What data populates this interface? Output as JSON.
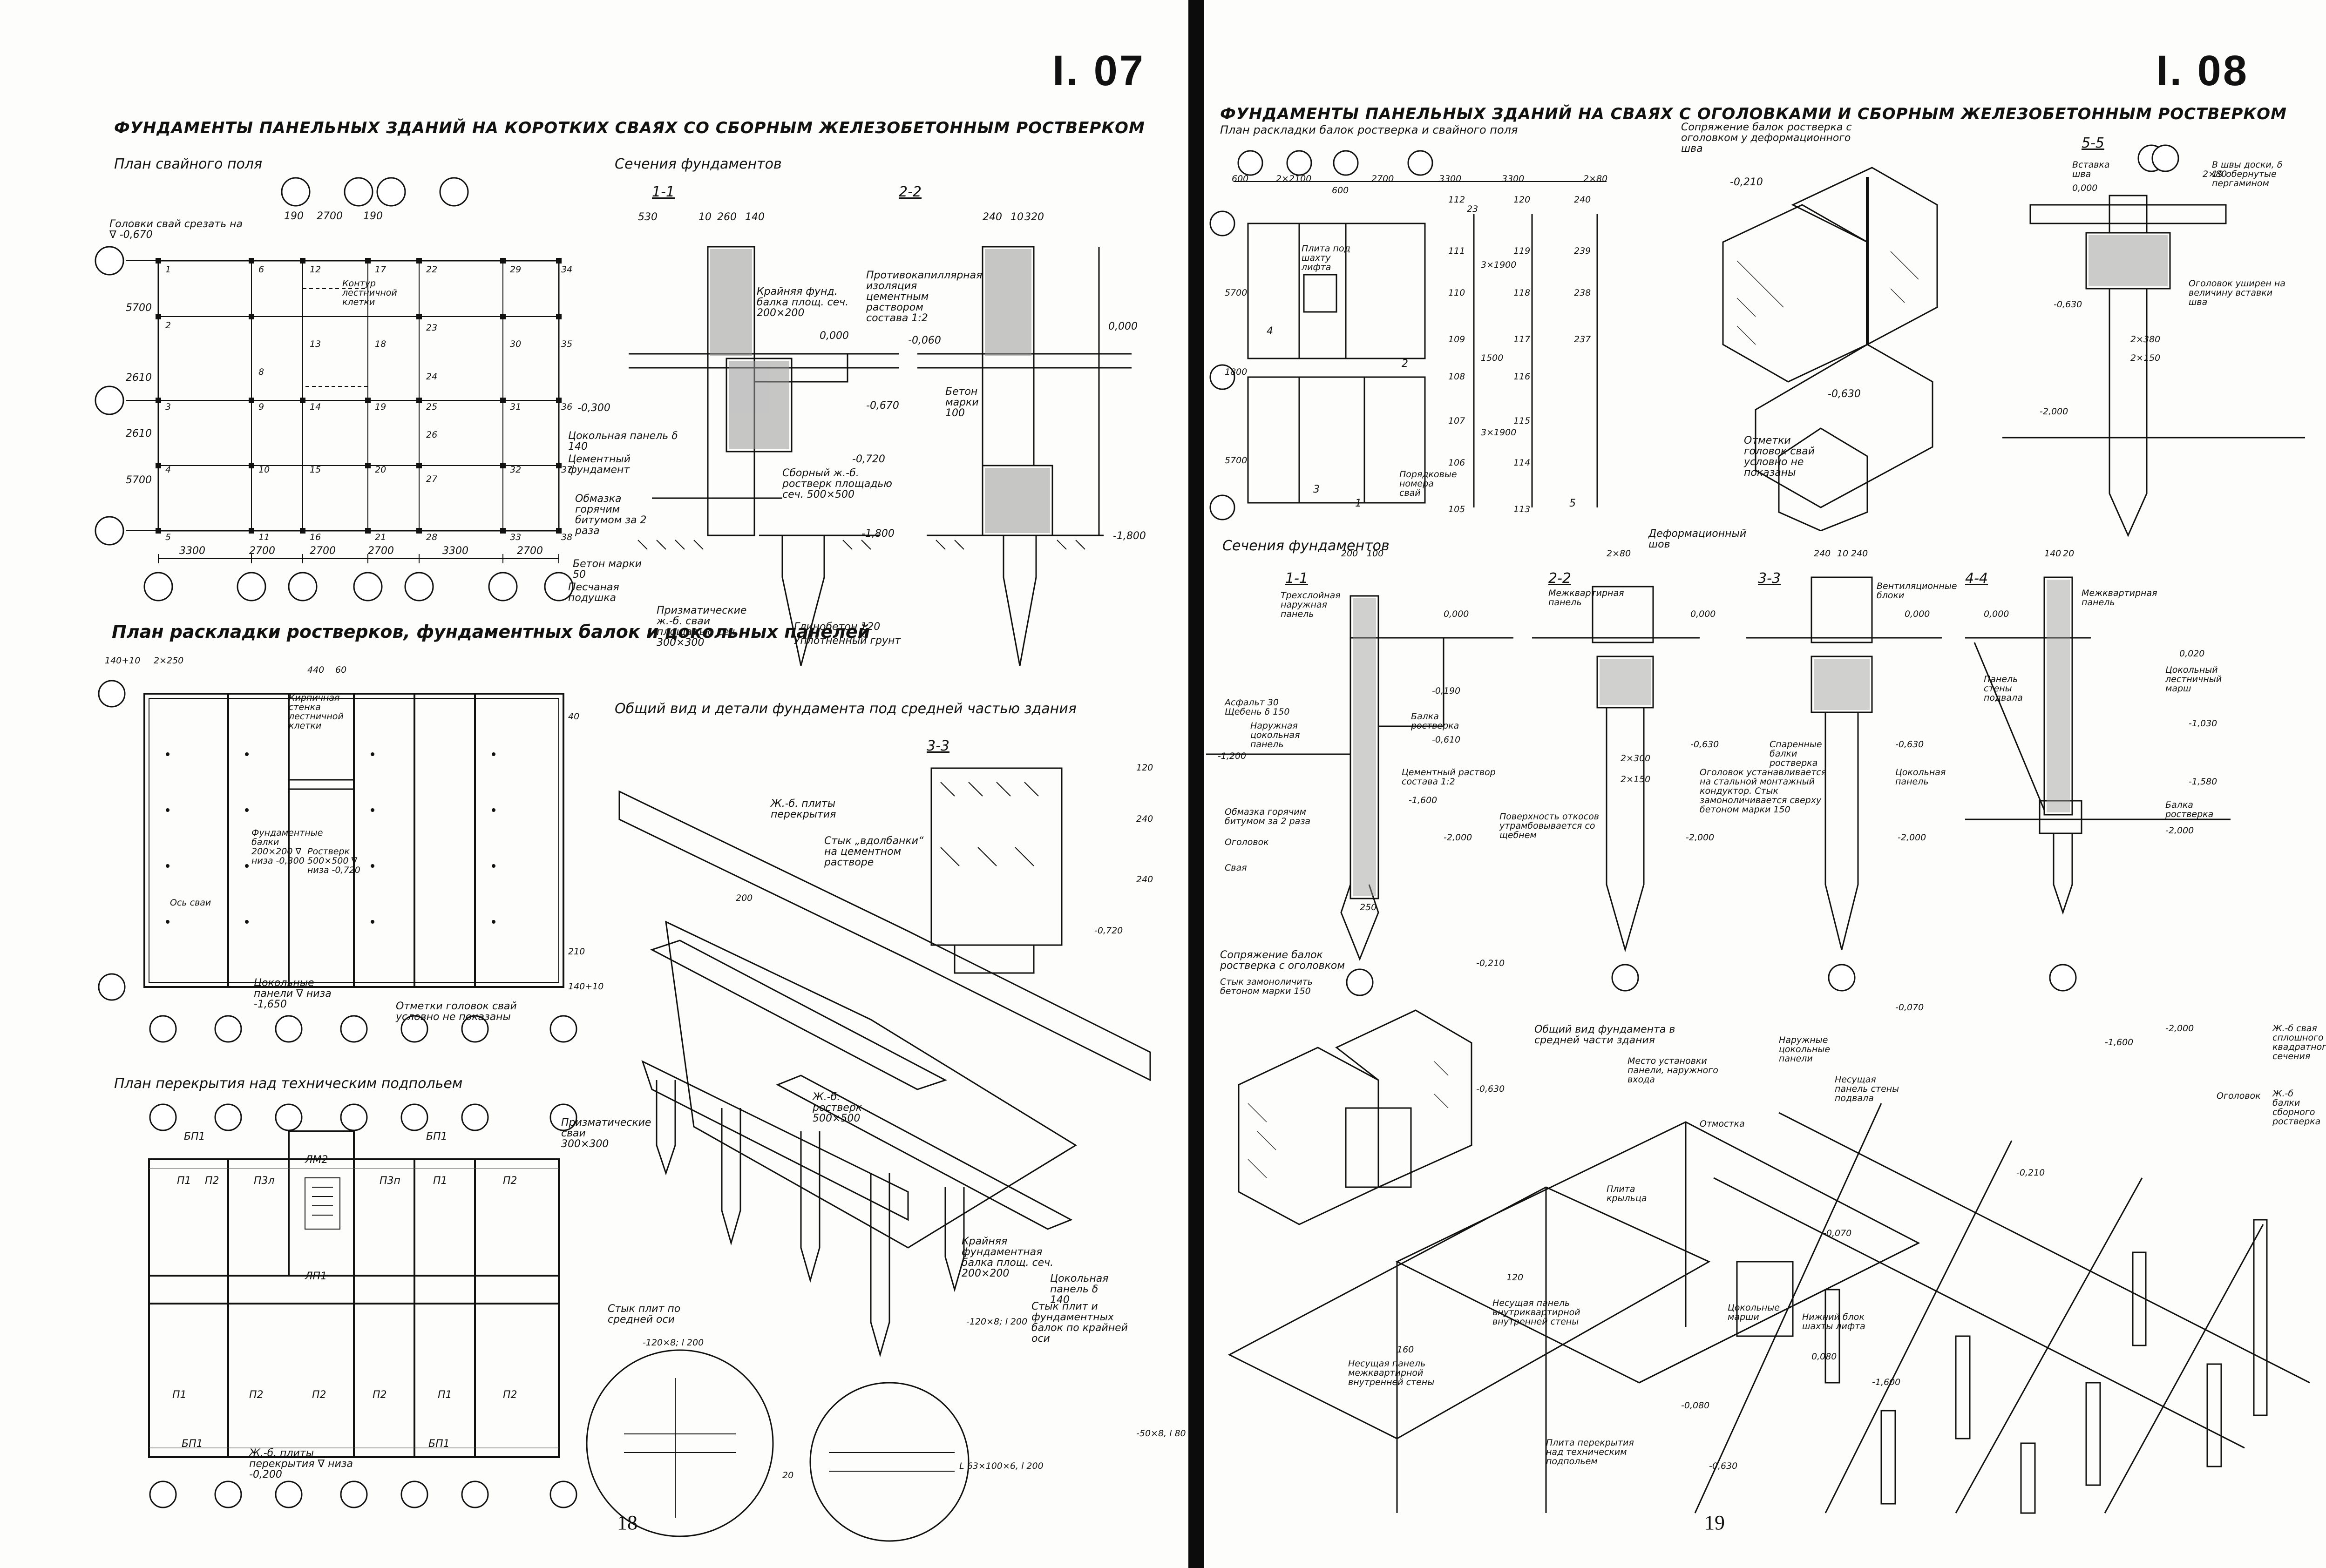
{
  "left_page": {
    "sheet_code": "I. 07",
    "title": "ФУНДАМЕНТЫ ПАНЕЛЬНЫХ ЗДАНИЙ НА КОРОТКИХ СВАЯХ СО СБОРНЫМ ЖЕЛЕЗОБЕТОННЫМ РОСТВЕРКОМ",
    "page_number": "18",
    "pile_field": {
      "title": "План свайного поля",
      "head_note": "Головки свай срезать на ∇ -0,670",
      "stair_note": "Контур лестничной клетки",
      "top_dims": [
        "190",
        "2700",
        "190"
      ],
      "bottom_dims": [
        "3300",
        "2700",
        "2700",
        "2700",
        "3300",
        "2700"
      ],
      "side_dims": [
        "5700",
        "2610",
        "2610",
        "5700"
      ],
      "pile_numbers": [
        "1",
        "2",
        "3",
        "4",
        "5",
        "6",
        "8",
        "9",
        "10",
        "11",
        "12",
        "13",
        "14",
        "15",
        "16",
        "17",
        "18",
        "19",
        "20",
        "21",
        "22",
        "23",
        "24",
        "25",
        "26",
        "27",
        "28",
        "29",
        "30",
        "31",
        "32",
        "33",
        "34",
        "35",
        "36",
        "37",
        "38"
      ]
    },
    "sections": {
      "title": "Сечения фундаментов",
      "s11": "1-1",
      "s22": "2-2",
      "dims": [
        "530",
        "10",
        "260",
        "140",
        "240",
        "10",
        "320"
      ],
      "levels": [
        "0,000",
        "-0,060",
        "-0,300",
        "-0,670",
        "-0,720",
        "-1,800",
        "-1,800",
        "0,000"
      ],
      "labels": [
        "Крайняя фунд. балка площ. сеч. 200×200",
        "Противокапиллярная изоляция цементным раствором состава 1:2",
        "Бетон марки 100",
        "Цокольная панель δ 140",
        "Цементный фундамент",
        "Обмазка горячим битумом за 2 раза",
        "Бетон марки 50",
        "Песчаная подушка",
        "Сборный ж.-б. ростверк площадью сеч. 500×500",
        "Призматические ж.-б. сваи площадью сеч. 300×300",
        "Глинобетон 120",
        "Уплотненный грунт"
      ]
    },
    "grillage_plan": {
      "title": "План раскладки ростверков, фундаментных балок и цокольных панелей",
      "dims": [
        "140+10",
        "2×250",
        "440",
        "60",
        "40",
        "210",
        "140+10"
      ],
      "labels": [
        "Кирпичная стенка лестничной клетки",
        "Фундаментные балки 200×200 ∇ низа -0,300",
        "Ростверк 500×500 ∇ низа -0,720",
        "Ось сваи",
        "Цокольные панели ∇ низа -1,650",
        "Отметки головок свай условно не показаны"
      ]
    },
    "floor_plan": {
      "title": "План перекрытия над техническим подпольем",
      "panels": [
        "БП1",
        "П1",
        "П2",
        "П3л",
        "ЛМ2",
        "П3п",
        "БП1",
        "П1",
        "П2",
        "ЛП1",
        "П1",
        "П2",
        "П2",
        "П2",
        "П1",
        "П2",
        "БП1",
        "БП1"
      ],
      "note": "Ж.-б. плиты перекрытия ∇ низа -0,200"
    },
    "iso_view": {
      "title": "Общий вид и детали фундамента под средней частью здания",
      "section": "3-3",
      "labels": [
        "Ж.-б. плиты перекрытия",
        "Стык „вдолбанки“ на цементном растворе",
        "Призматические сваи 300×300",
        "Ж.-б. ростверк 500×500",
        "Крайняя фундаментная балка площ. сеч. 200×200",
        "Цокольная панель δ 140",
        "Стык плит по средней оси",
        "Стык плит и фундаментных балок по крайней оси"
      ],
      "dims": [
        "120",
        "200",
        "240",
        "240",
        "-0,720",
        "-120×8; l 200",
        "-120×8; l 200",
        "-50×8, l 80",
        "L 63×100×6, l 200",
        "20"
      ]
    }
  },
  "right_page": {
    "sheet_code": "I. 08",
    "title": "ФУНДАМЕНТЫ ПАНЕЛЬНЫХ ЗДАНИЙ НА СВАЯХ С ОГОЛОВКАМИ И СБОРНЫМ ЖЕЛЕЗОБЕТОННЫМ РОСТВЕРКОМ",
    "page_number": "19",
    "layout_plan": {
      "title": "План раскладки балок ростверка и свайного поля",
      "dims": [
        "600",
        "2×2100",
        "600",
        "2700",
        "3300",
        "3300",
        "2×80"
      ],
      "side_dims": [
        "5700",
        "1800",
        "5700"
      ],
      "pile_numbers": [
        "112",
        "111",
        "110",
        "109",
        "108",
        "107",
        "106",
        "105",
        "120",
        "119",
        "118",
        "117",
        "116",
        "115",
        "114",
        "113",
        "240",
        "239",
        "238",
        "237"
      ],
      "col_dims": [
        "23",
        "3×1900",
        "1500",
        "3×1900"
      ],
      "labels": [
        "Плита под шахту лифта",
        "Порядковые номера свай"
      ],
      "section_marks": [
        "1",
        "2",
        "3",
        "4",
        "5"
      ]
    },
    "joint_detail": {
      "title": "Сопряжение балок ростверка с оголовком у деформационного шва",
      "levels": [
        "-0,210",
        "-0,630"
      ],
      "note": "Отметки головок свай условно не показаны",
      "deformation": "Деформационный шов"
    },
    "section_55": {
      "title": "5-5",
      "labels": [
        "Вставка шва",
        "В швы доски, δ 19 обернутые пергамином",
        "Оголовок уширен на величину вставки шва"
      ],
      "levels": [
        "0,000",
        "-0,630",
        "-2,000"
      ],
      "dims": [
        "2×80",
        "2×380",
        "2×150"
      ]
    },
    "sections": {
      "title": "Сечения фундаментов",
      "marks": [
        "1-1",
        "2-2",
        "3-3",
        "4-4"
      ],
      "dims": [
        "200",
        "100",
        "2×80",
        "240",
        "10",
        "240",
        "140",
        "20",
        "2×300",
        "2×150",
        "250"
      ],
      "levels": [
        "0,000",
        "0,000",
        "0,000",
        "0,000",
        "0,020",
        "-0,190",
        "-0,610",
        "-0,630",
        "-0,630",
        "-1,030",
        "-1,200",
        "-1,580",
        "-1,600",
        "-2,000",
        "-2,000",
        "-2,000",
        "-2,000"
      ],
      "labels": [
        "Трехслойная наружная панель",
        "Межквартирная панель",
        "Вентиляционные блоки",
        "Межквартирная панель",
        "Асфальт 30 Щебень δ 150",
        "Наружная цокольная панель",
        "Балка ростверка",
        "Цементный раствор состава 1:2",
        "Обмазка горячим битумом за 2 раза",
        "Оголовок",
        "Свая",
        "Поверхность откосов утрамбовывается со щебнем",
        "Спаренные балки ростверка",
        "Оголовок устанавливается на стальной монтажный кондуктор. Стык замоноличивается сверху бетоном марки 150",
        "Цокольная панель",
        "Цокольный лестничный марш",
        "Панель стены подвала",
        "Балка ростверка"
      ]
    },
    "conjugation": {
      "title": "Сопряжение балок ростверка с оголовком",
      "note": "Стык замоноличить бетоном марки 150",
      "levels": [
        "-0,210",
        "-0,630"
      ]
    },
    "iso_view": {
      "title": "Общий вид фундамента в средней части здания",
      "labels": [
        "Место установки панели, наружного входа",
        "Наружные цокольные панели",
        "Несущая панель стены подвала",
        "Отмостка",
        "Плита крыльца",
        "Несущая панель внутриквартирной внутренней стены",
        "Цокольные марши",
        "Нижний блок шахты лифта",
        "Несущая панель межквартирной внутренней стены",
        "Плита перекрытия над техническим подпольем",
        "Ж.-б свая сплошного квадратного сечения",
        "Оголовок",
        "Ж.-б балки сборного ростверка"
      ],
      "levels": [
        "-0,070",
        "-1,600",
        "-2,000",
        "-0,210",
        "-0,070",
        "0,080",
        "-0,080",
        "-0,630",
        "-1,600"
      ],
      "dims": [
        "120",
        "160"
      ]
    }
  }
}
